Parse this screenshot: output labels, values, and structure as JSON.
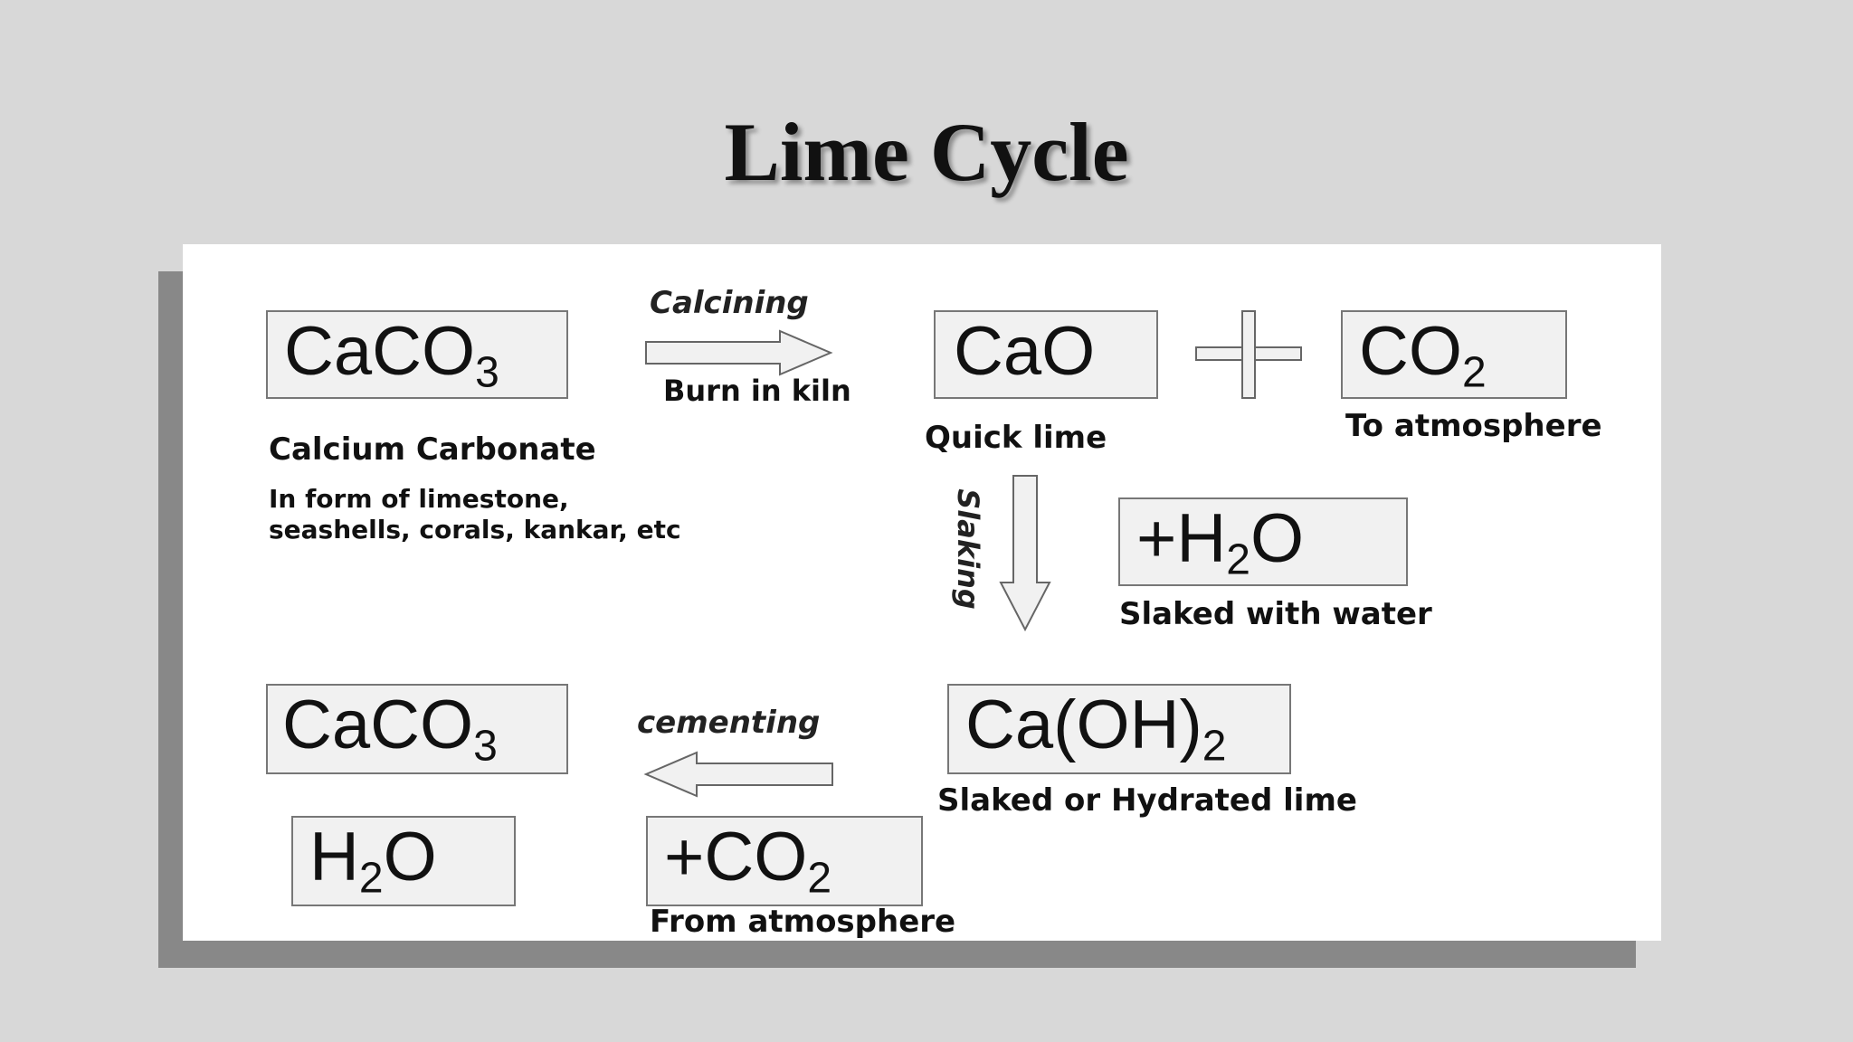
{
  "title": "Lime Cycle",
  "formulas": {
    "caco3_top": {
      "main": "CaCO",
      "sub": "3"
    },
    "cao": {
      "main": "CaO",
      "sub": ""
    },
    "co2_top": {
      "main": "CO",
      "sub": "2"
    },
    "h2o_add": {
      "prefix": "+H",
      "sub": "2",
      "main": "O"
    },
    "caoh2": {
      "main": "Ca(OH)",
      "sub": "2"
    },
    "caco3_bottom": {
      "main": "CaCO",
      "sub": "3"
    },
    "h2o_bottom": {
      "prefix": "H",
      "sub": "2",
      "main": "O"
    },
    "co2_add": {
      "main": "+CO",
      "sub": "2"
    }
  },
  "labels": {
    "calcium_carbonate": "Calcium Carbonate",
    "limestone_line1": "In form of limestone,",
    "limestone_line2": "seashells, corals, kankar, etc",
    "calcining": "Calcining",
    "burn_in_kiln": "Burn in kiln",
    "quick_lime": "Quick lime",
    "to_atmosphere": "To atmosphere",
    "slaking": "Slaking",
    "slaked_with_water": "Slaked with water",
    "slaked_hydrated_lime": "Slaked or Hydrated lime",
    "cementing": "cementing",
    "from_atmosphere": "From atmosphere"
  }
}
